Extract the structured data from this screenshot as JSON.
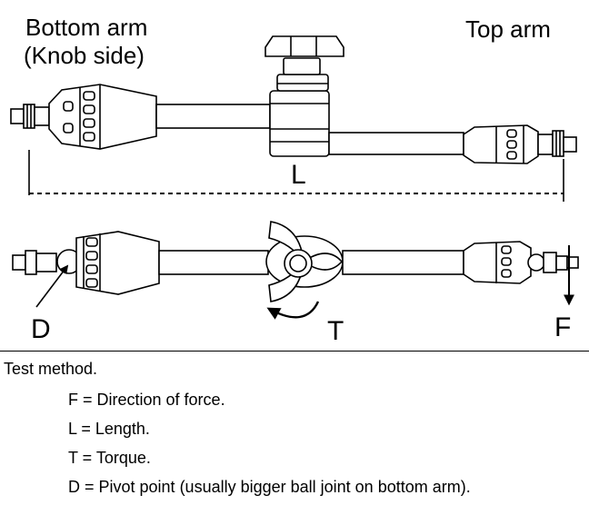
{
  "labels": {
    "bottom_arm": "Bottom arm",
    "knob_side": "(Knob side)",
    "top_arm": "Top arm",
    "length": "L",
    "pivot": "D",
    "torque": "T",
    "force": "F"
  },
  "legend": {
    "title": "Test method.",
    "items": [
      "F = Direction of force.",
      "L = Length.",
      "T = Torque.",
      "D = Pivot point (usually bigger ball joint on bottom arm)."
    ]
  }
}
